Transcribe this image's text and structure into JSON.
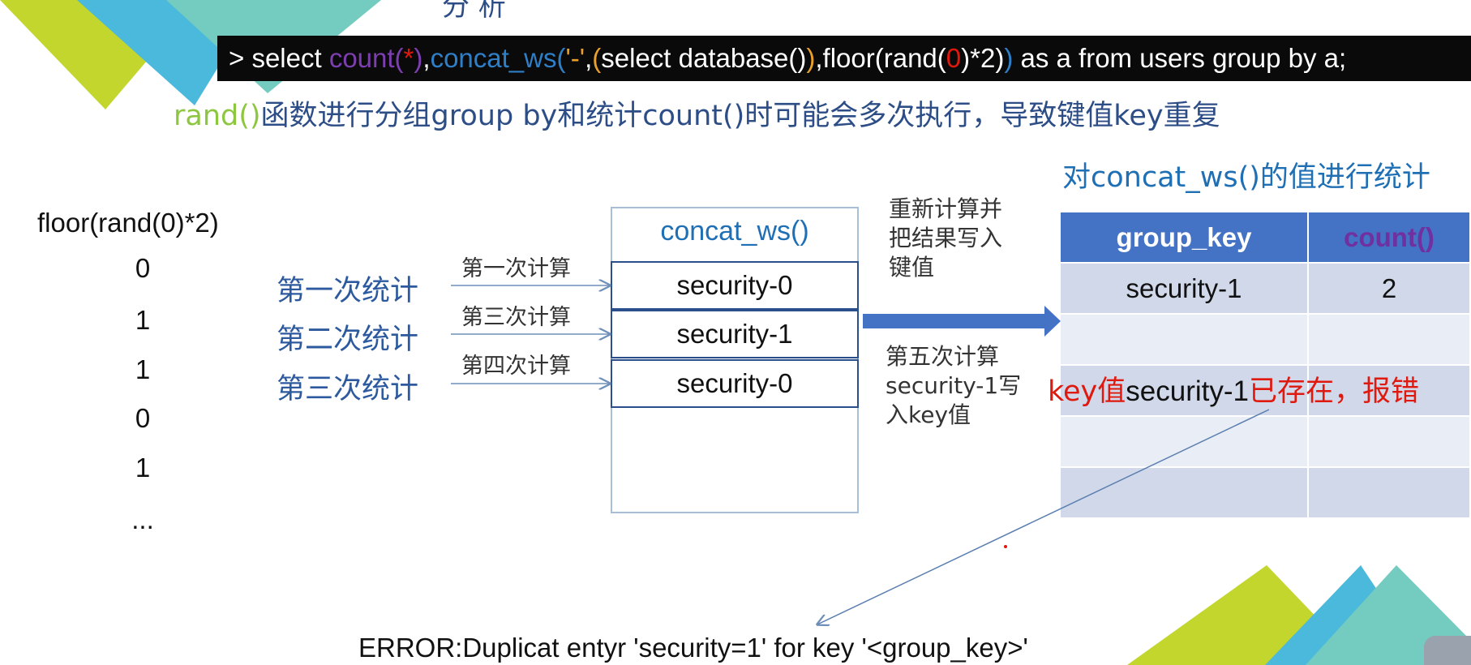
{
  "colors": {
    "sql_bar_bg": "#0a0a0a",
    "subtitle_blue": "#2d4d86",
    "rand_green": "#8dc63f",
    "table_header": "#4472c4",
    "error_red": "#e0190f",
    "deco_green": "#c2d62e",
    "deco_blue": "#4bb9dc",
    "deco_teal": "#74cbbf"
  },
  "top_heading_partial": "分 析",
  "sql": {
    "prefix": "> select ",
    "count": "count(",
    "star": "*",
    "count_close": ")",
    "comma1": ",",
    "concat": "concat_ws(",
    "sep": "'-'",
    "comma2": ",",
    "open_paren": "(",
    "subquery": "select database()",
    "close_paren": ")",
    "comma3": ",",
    "floor_open": "floor(rand(",
    "zero": "0",
    "floor_close": ")*2)",
    "concat_close": ")",
    "suffix": " as a from users group by a;"
  },
  "subtitle": {
    "rand": "rand()",
    "text": "函数进行分组group by和统计count()时可能会多次执行，导致键值key重复"
  },
  "floor_column": {
    "label": "floor(rand(0)*2)",
    "values": [
      "0",
      "1",
      "1",
      "0",
      "1",
      "..."
    ]
  },
  "stats": [
    "第一次统计",
    "第二次统计",
    "第三次统计"
  ],
  "calcs": [
    "第一次计算",
    "第三次计算",
    "第四次计算"
  ],
  "concat_box": {
    "title": "concat_ws()",
    "cells": [
      "security-0",
      "security-1",
      "security-0"
    ]
  },
  "notes": {
    "recalc": [
      "重新计算并",
      "把结果写入",
      "键值"
    ],
    "fifth": [
      "第五次计算",
      "security-1写",
      "入key值"
    ]
  },
  "table": {
    "title": "对concat_ws()的值进行统计",
    "headers": [
      "group_key",
      "count()"
    ],
    "rows": [
      [
        "security-1",
        "2"
      ],
      [
        "",
        ""
      ],
      [
        "",
        ""
      ],
      [
        "",
        ""
      ],
      [
        "",
        ""
      ]
    ]
  },
  "error_msg": {
    "part1": "key值",
    "part2": "security-1",
    "part3": "已存在，报错"
  },
  "error_line": "ERROR:Duplicat entyr 'security=1' for key '<group_key>'"
}
